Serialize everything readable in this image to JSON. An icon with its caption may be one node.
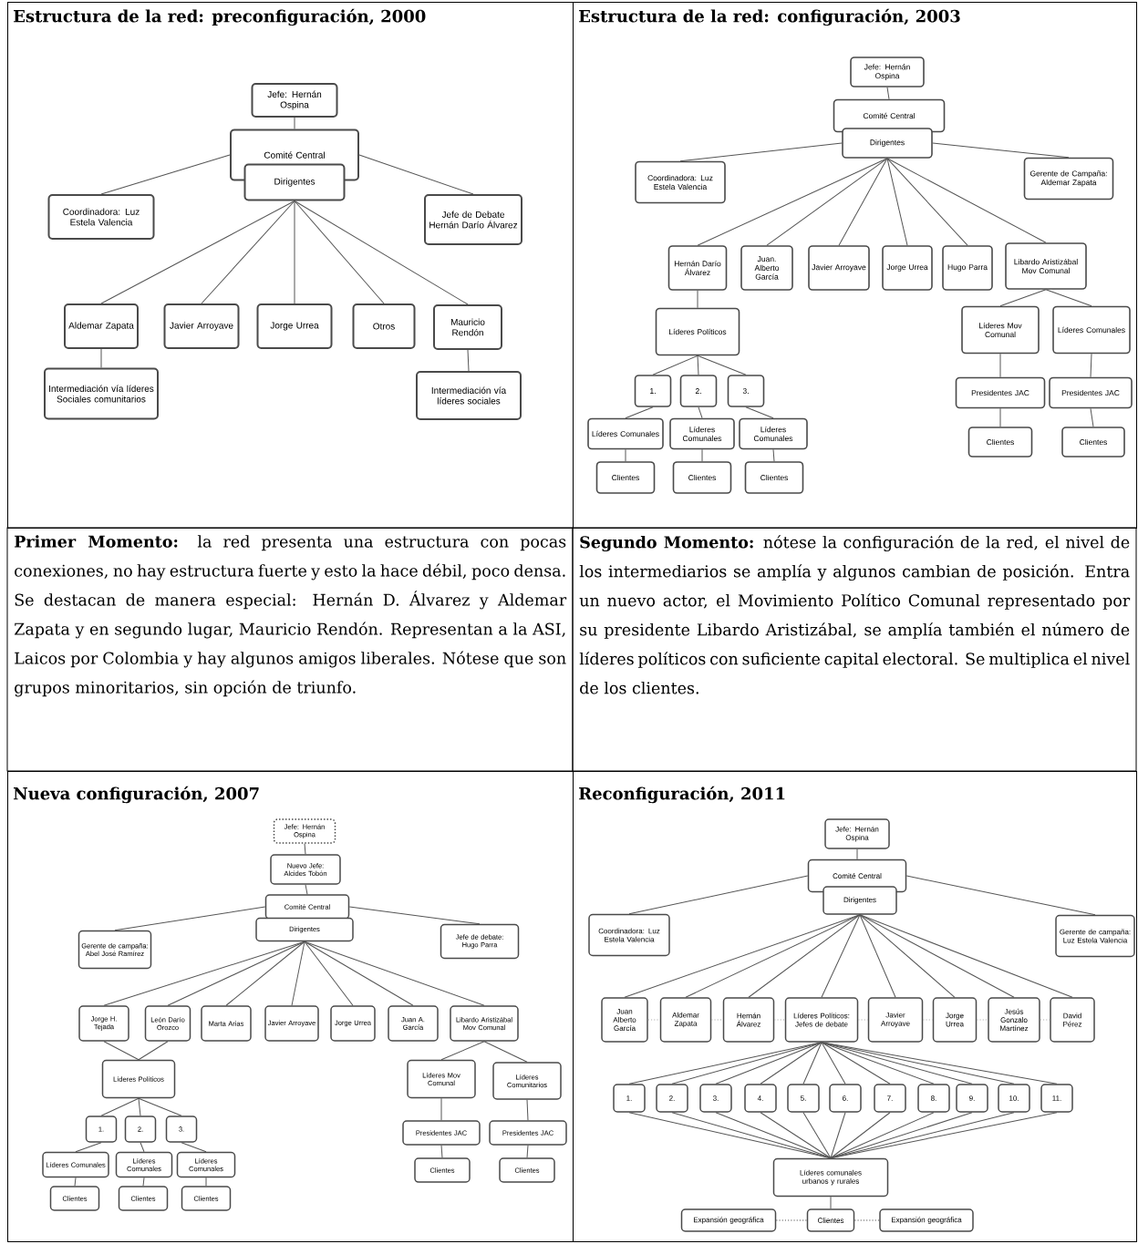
{
  "diagram": {
    "nodes": [
      {
        "text": [
          "Estructura de la red: preconfiguración, 2000"
        ]
      },
      {
        "text": [
          "Jefe: Hernán Ospina"
        ],
        "in": 0
      },
      {
        "text": [
          "Comité Central"
        ],
        "in": 0
      },
      {
        "text": [
          "Dirigentes"
        ],
        "in": 0
      },
      {
        "text": [
          "Coordinadora: Luz Estela Valencia"
        ],
        "in": 0
      },
      {
        "text": [
          "Jefe de Debate Hernán Darío Álvarez"
        ],
        "in": 0
      },
      {
        "text": [
          "Aldemar Zapata"
        ],
        "in": 0
      },
      {
        "text": [
          "Javier Arroyave"
        ],
        "in": 0
      },
      {
        "text": [
          "Jorge Urrea"
        ],
        "in": 0
      },
      {
        "text": [
          "Otros"
        ],
        "in": 0
      },
      {
        "text": [
          "Mauricio Rendón"
        ],
        "in": 0
      },
      {
        "text": [
          "Intermediación vía líderes Sociales comunitarios"
        ],
        "in": 0
      },
      {
        "text": [
          "Intermediación vía líderes sociales"
        ],
        "in": 0
      },
      {
        "text": [
          "Estructura de la red: configuración, 2003"
        ]
      },
      {
        "text": [
          "Jefe: Hernán Ospina"
        ],
        "in": 13
      },
      {
        "text": [
          "Comité Central"
        ],
        "in": 13
      },
      {
        "text": [
          "Dirigentes"
        ],
        "in": 13
      },
      {
        "text": [
          "Coordinadora: Luz Estela Valencia"
        ],
        "in": 13
      },
      {
        "text": [
          "Gerente de Campaña: Aldemar Zapata"
        ],
        "in": 13
      },
      {
        "text": [
          "Hernán Darío Álvarez"
        ],
        "in": 13
      },
      {
        "text": [
          "Juan. Alberto García"
        ],
        "in": 13
      },
      {
        "text": [
          "Javier Arroyave"
        ],
        "in": 13
      },
      {
        "text": [
          "Jorge Urrea"
        ],
        "in": 13
      },
      {
        "text": [
          "Hugo Parra"
        ],
        "in": 13
      },
      {
        "text": [
          "Libardo Aristizábal Mov Comunal"
        ],
        "in": 13
      },
      {
        "text": [
          "Líderes Políticos"
        ],
        "in": 13
      },
      {
        "text": [
          "Líderes Mov Comunal"
        ],
        "in": 13
      },
      {
        "text": [
          "Líderes Comunales"
        ],
        "in": 13
      },
      {
        "text": [
          "1."
        ],
        "in": 13
      },
      {
        "text": [
          "2."
        ],
        "in": 13
      },
      {
        "text": [
          "3."
        ],
        "in": 13
      },
      {
        "text": [
          "Presidentes JAC"
        ],
        "in": 13
      },
      {
        "text": [
          "Presidentes JAC"
        ],
        "in": 13
      },
      {
        "text": [
          "Líderes Comunales"
        ],
        "in": 13
      },
      {
        "text": [
          "Líderes Comunales"
        ],
        "in": 13
      },
      {
        "text": [
          "Líderes Comunales"
        ],
        "in": 13
      },
      {
        "text": [
          "Clientes"
        ],
        "in": 13
      },
      {
        "text": [
          "Clientes"
        ],
        "in": 13
      },
      {
        "text": [
          "Clientes"
        ],
        "in": 13
      },
      {
        "text": [
          "Clientes"
        ],
        "in": 13
      },
      {
        "text": [
          "Clientes"
        ],
        "in": 13
      },
      {
        "text": [
          "Nueva configuración, 2007"
        ]
      },
      {
        "text": [
          "Jefe: Hernán Ospina"
        ],
        "in": 41
      },
      {
        "text": [
          "Nuevo Jefe: Alcides Tobón"
        ],
        "in": 41
      },
      {
        "text": [
          "Comité Central"
        ],
        "in": 41
      },
      {
        "text": [
          "Dirigentes"
        ],
        "in": 41
      },
      {
        "text": [
          "Gerente de campaña: Abel José Ramírez"
        ],
        "in": 41
      },
      {
        "text": [
          "Jefe de debate: Hugo Parra"
        ],
        "in": 41
      },
      {
        "text": [
          "Jorge H. Tejada"
        ],
        "in": 41
      },
      {
        "text": [
          "León Darío Orozco"
        ],
        "in": 41
      },
      {
        "text": [
          "Marta Arias"
        ],
        "in": 41
      },
      {
        "text": [
          "Javier Arroyave"
        ],
        "in": 41
      },
      {
        "text": [
          "Jorge Urrea"
        ],
        "in": 41
      },
      {
        "text": [
          "Juan A. García"
        ],
        "in": 41
      },
      {
        "text": [
          "Libardo Aristizábal Mov Comunal"
        ],
        "in": 41
      },
      {
        "text": [
          "Líderes Políticos"
        ],
        "in": 41
      },
      {
        "text": [
          "Líderes Mov Comunal"
        ],
        "in": 41
      },
      {
        "text": [
          "Líderes Comunitarios"
        ],
        "in": 41
      },
      {
        "text": [
          "1."
        ],
        "in": 41
      },
      {
        "text": [
          "2."
        ],
        "in": 41
      },
      {
        "text": [
          "3."
        ],
        "in": 41
      },
      {
        "text": [
          "Presidentes JAC"
        ],
        "in": 41
      },
      {
        "text": [
          "Presidentes JAC"
        ],
        "in": 41
      },
      {
        "text": [
          "Líderes Comunales"
        ],
        "in": 41
      },
      {
        "text": [
          "Líderes Comunales"
        ],
        "in": 41
      },
      {
        "text": [
          "Líderes Comunales"
        ],
        "in": 41
      },
      {
        "text": [
          "Clientes"
        ],
        "in": 41
      },
      {
        "text": [
          "Clientes"
        ],
        "in": 41
      },
      {
        "text": [
          "Clientes"
        ],
        "in": 41
      },
      {
        "text": [
          "Clientes"
        ],
        "in": 41
      },
      {
        "text": [
          "Clientes"
        ],
        "in": 41
      },
      {
        "text": [
          "Reconfiguración, 2011"
        ]
      },
      {
        "text": [
          "Jefe: Hernán Ospina"
        ],
        "in": 71
      },
      {
        "text": [
          "Comité Central"
        ],
        "in": 71
      },
      {
        "text": [
          "Dirigentes"
        ],
        "in": 71
      },
      {
        "text": [
          "Coordinadora: Luz Estela Valencia"
        ],
        "in": 71
      },
      {
        "text": [
          "Gerente de campaña: Luz Estela Valencia"
        ],
        "in": 71
      },
      {
        "text": [
          "Juan Alberto García"
        ],
        "in": 71
      },
      {
        "text": [
          "Aldemar Zapata"
        ],
        "in": 71
      },
      {
        "text": [
          "Hernán Álvarez"
        ],
        "in": 71
      },
      {
        "text": [
          "Líderes Políticos: Jefes de debate"
        ],
        "in": 71
      },
      {
        "text": [
          "Javier Arroyave"
        ],
        "in": 71
      },
      {
        "text": [
          "Jorge Urrea"
        ],
        "in": 71
      },
      {
        "text": [
          "Jesús Gonzalo Martínez"
        ],
        "in": 71
      },
      {
        "text": [
          "David Pérez"
        ],
        "in": 71
      },
      {
        "text": [
          "1."
        ],
        "in": 71
      },
      {
        "text": [
          "2."
        ],
        "in": 71
      },
      {
        "text": [
          "3."
        ],
        "in": 71
      },
      {
        "text": [
          "4."
        ],
        "in": 71
      },
      {
        "text": [
          "5."
        ],
        "in": 71
      },
      {
        "text": [
          "6."
        ],
        "in": 71
      },
      {
        "text": [
          "7."
        ],
        "in": 71
      },
      {
        "text": [
          "8."
        ],
        "in": 71
      },
      {
        "text": [
          "9."
        ],
        "in": 71
      },
      {
        "text": [
          "10."
        ],
        "in": 71
      },
      {
        "text": [
          "11."
        ],
        "in": 71
      },
      {
        "text": [
          "Líderes comunales urbanos y rurales"
        ],
        "in": 71
      },
      {
        "text": [
          "Expansión geográfica"
        ],
        "in": 71
      },
      {
        "text": [
          "Clientes"
        ],
        "in": 71
      },
      {
        "text": [
          "Expansión geográfica"
        ],
        "in": 71
      }
    ],
    "edges": [
      {
        "from": 1,
        "to": 2,
        "arrow": "none"
      },
      {
        "from": 2,
        "to": 4,
        "arrow": "none"
      },
      {
        "from": 2,
        "to": 5,
        "arrow": "none"
      },
      {
        "from": 3,
        "to": 6,
        "arrow": "none"
      },
      {
        "from": 3,
        "to": 7,
        "arrow": "none"
      },
      {
        "from": 3,
        "to": 8,
        "arrow": "none"
      },
      {
        "from": 3,
        "to": 9,
        "arrow": "none"
      },
      {
        "from": 3,
        "to": 10,
        "arrow": "none"
      },
      {
        "from": 6,
        "to": 11,
        "arrow": "none"
      },
      {
        "from": 10,
        "to": 12,
        "arrow": "none"
      },
      {
        "from": 14,
        "to": 15,
        "arrow": "none"
      },
      {
        "from": 16,
        "to": 17,
        "arrow": "none"
      },
      {
        "from": 16,
        "to": 18,
        "arrow": "none"
      },
      {
        "from": 16,
        "to": 19,
        "arrow": "none"
      },
      {
        "from": 16,
        "to": 20,
        "arrow": "none"
      },
      {
        "from": 16,
        "to": 21,
        "arrow": "none"
      },
      {
        "from": 16,
        "to": 22,
        "arrow": "none"
      },
      {
        "from": 16,
        "to": 23,
        "arrow": "none"
      },
      {
        "from": 16,
        "to": 24,
        "arrow": "none"
      },
      {
        "from": 19,
        "to": 25,
        "arrow": "none"
      },
      {
        "from": 24,
        "to": 26,
        "arrow": "none"
      },
      {
        "from": 24,
        "to": 27,
        "arrow": "none"
      },
      {
        "from": 25,
        "to": 28,
        "arrow": "none"
      },
      {
        "from": 25,
        "to": 29,
        "arrow": "none"
      },
      {
        "from": 25,
        "to": 30,
        "arrow": "none"
      },
      {
        "from": 26,
        "to": 31,
        "arrow": "none"
      },
      {
        "from": 27,
        "to": 32,
        "arrow": "none"
      },
      {
        "from": 28,
        "to": 33,
        "arrow": "none"
      },
      {
        "from": 29,
        "to": 34,
        "arrow": "none"
      },
      {
        "from": 30,
        "to": 35,
        "arrow": "none"
      },
      {
        "from": 31,
        "to": 36,
        "arrow": "none"
      },
      {
        "from": 32,
        "to": 37,
        "arrow": "none"
      },
      {
        "from": 33,
        "to": 38,
        "arrow": "none"
      },
      {
        "from": 34,
        "to": 39,
        "arrow": "none"
      },
      {
        "from": 35,
        "to": 40,
        "arrow": "none"
      },
      {
        "from": 42,
        "to": 43,
        "arrow": "none"
      },
      {
        "from": 43,
        "to": 44,
        "arrow": "none"
      },
      {
        "from": 44,
        "to": 46,
        "arrow": "none"
      },
      {
        "from": 44,
        "to": 47,
        "arrow": "none"
      },
      {
        "from": 45,
        "to": 48,
        "arrow": "none"
      },
      {
        "from": 45,
        "to": 49,
        "arrow": "none"
      },
      {
        "from": 45,
        "to": 50,
        "arrow": "none"
      },
      {
        "from": 45,
        "to": 51,
        "arrow": "none"
      },
      {
        "from": 45,
        "to": 52,
        "arrow": "none"
      },
      {
        "from": 45,
        "to": 53,
        "arrow": "none"
      },
      {
        "from": 45,
        "to": 54,
        "arrow": "none"
      },
      {
        "from": 48,
        "to": 55,
        "arrow": "none"
      },
      {
        "from": 49,
        "to": 55,
        "arrow": "none"
      },
      {
        "from": 54,
        "to": 56,
        "arrow": "none"
      },
      {
        "from": 54,
        "to": 57,
        "arrow": "none"
      },
      {
        "from": 55,
        "to": 58,
        "arrow": "none"
      },
      {
        "from": 55,
        "to": 59,
        "arrow": "none"
      },
      {
        "from": 55,
        "to": 60,
        "arrow": "none"
      },
      {
        "from": 56,
        "to": 61,
        "arrow": "none"
      },
      {
        "from": 57,
        "to": 62,
        "arrow": "none"
      },
      {
        "from": 58,
        "to": 63,
        "arrow": "none"
      },
      {
        "from": 59,
        "to": 64,
        "arrow": "none"
      },
      {
        "from": 60,
        "to": 65,
        "arrow": "none"
      },
      {
        "from": 61,
        "to": 66,
        "arrow": "none"
      },
      {
        "from": 62,
        "to": 67,
        "arrow": "none"
      },
      {
        "from": 63,
        "to": 68,
        "arrow": "none"
      },
      {
        "from": 64,
        "to": 69,
        "arrow": "none"
      },
      {
        "from": 65,
        "to": 70,
        "arrow": "none"
      },
      {
        "from": 72,
        "to": 73,
        "arrow": "none"
      },
      {
        "from": 73,
        "to": 75,
        "arrow": "none"
      },
      {
        "from": 73,
        "to": 76,
        "arrow": "none"
      },
      {
        "from": 74,
        "to": 77,
        "arrow": "none"
      },
      {
        "from": 74,
        "to": 78,
        "arrow": "none"
      },
      {
        "from": 74,
        "to": 79,
        "arrow": "none"
      },
      {
        "from": 74,
        "to": 80,
        "arrow": "none"
      },
      {
        "from": 74,
        "to": 81,
        "arrow": "none"
      },
      {
        "from": 74,
        "to": 82,
        "arrow": "none"
      },
      {
        "from": 74,
        "to": 83,
        "arrow": "none"
      },
      {
        "from": 74,
        "to": 84,
        "arrow": "none"
      },
      {
        "from": 77,
        "to": 78,
        "arrow": "none",
        "style": "dashed",
        "color": "#b0b0b0"
      },
      {
        "from": 78,
        "to": 79,
        "arrow": "none",
        "style": "dashed",
        "color": "#b0b0b0"
      },
      {
        "from": 79,
        "to": 80,
        "arrow": "none",
        "style": "dashed",
        "color": "#b0b0b0"
      },
      {
        "from": 80,
        "to": 81,
        "arrow": "none",
        "style": "dashed",
        "color": "#b0b0b0"
      },
      {
        "from": 81,
        "to": 82,
        "arrow": "none",
        "style": "dashed",
        "color": "#b0b0b0"
      },
      {
        "from": 82,
        "to": 83,
        "arrow": "none",
        "style": "dashed",
        "color": "#b0b0b0"
      },
      {
        "from": 83,
        "to": 84,
        "arrow": "none",
        "style": "dashed",
        "color": "#b0b0b0"
      },
      {
        "from": 80,
        "to": 85,
        "arrow": "none"
      },
      {
        "from": 80,
        "to": 86,
        "arrow": "none"
      },
      {
        "from": 80,
        "to": 87,
        "arrow": "none"
      },
      {
        "from": 80,
        "to": 88,
        "arrow": "none"
      },
      {
        "from": 80,
        "to": 89,
        "arrow": "none"
      },
      {
        "from": 80,
        "to": 90,
        "arrow": "none"
      },
      {
        "from": 80,
        "to": 91,
        "arrow": "none"
      },
      {
        "from": 80,
        "to": 92,
        "arrow": "none"
      },
      {
        "from": 80,
        "to": 93,
        "arrow": "none"
      },
      {
        "from": 80,
        "to": 94,
        "arrow": "none"
      },
      {
        "from": 80,
        "to": 95,
        "arrow": "none"
      },
      {
        "from": 85,
        "to": 96,
        "arrow": "none"
      },
      {
        "from": 86,
        "to": 96,
        "arrow": "none"
      },
      {
        "from": 87,
        "to": 96,
        "arrow": "none"
      },
      {
        "from": 88,
        "to": 96,
        "arrow": "none"
      },
      {
        "from": 89,
        "to": 96,
        "arrow": "none"
      },
      {
        "from": 90,
        "to": 96,
        "arrow": "none"
      },
      {
        "from": 91,
        "to": 96,
        "arrow": "none"
      },
      {
        "from": 92,
        "to": 96,
        "arrow": "none"
      },
      {
        "from": 93,
        "to": 96,
        "arrow": "none"
      },
      {
        "from": 94,
        "to": 96,
        "arrow": "none"
      },
      {
        "from": 95,
        "to": 96,
        "arrow": "none"
      },
      {
        "from": 96,
        "to": 98,
        "arrow": "none"
      },
      {
        "from": 97,
        "to": 98,
        "arrow": "none",
        "style": "dashed"
      },
      {
        "from": 98,
        "to": 99,
        "arrow": "none",
        "style": "dashed"
      }
    ],
    "labels": [
      "**Primer Momento:** la red presenta una estructura con pocas conexiones, no hay estructura fuerte y esto la hace débil, poco densa. Se destacan de manera especial: Hernán D. Álvarez y Aldemar Zapata y en segundo lugar, Mauricio Rendón. Representan a la ASI, Laicos por Colombia y hay algunos amigos liberales. Nótese que son grupos minoritarios, sin opción de triunfo.",
      "**Segundo Momento:** nótese la configuración de la red, el nivel de los intermediarios se amplía y algunos cambian de posición. Entra un nuevo actor, el Movimiento Político Comunal representado por su presidente Libardo Aristizábal, se amplía también el número de líderes políticos con suficiente capital electoral. Se multiplica el nivel de los clientes."
    ]
  }
}
